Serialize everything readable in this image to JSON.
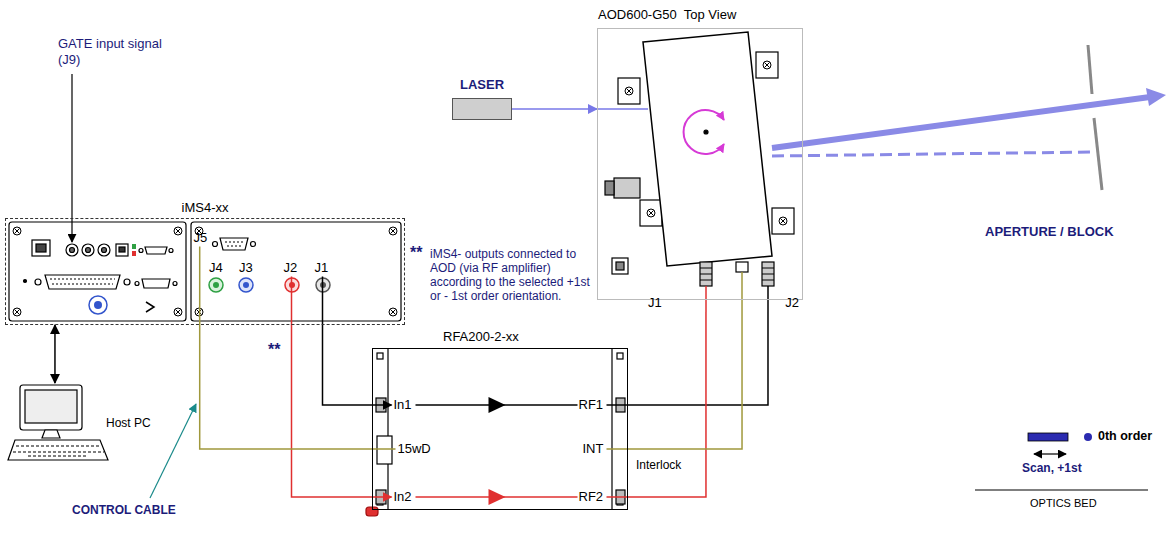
{
  "diagram": {
    "nodes": [
      {
        "text": [
          "iMS4-xx"
        ]
      },
      {
        "text": [
          "J1"
        ],
        "in": 0
      },
      {
        "text": [
          "J2"
        ],
        "in": 0
      },
      {
        "text": [
          "J5"
        ],
        "in": 0
      },
      {
        "text": [
          "RFA200-2-xx"
        ]
      },
      {
        "text": [
          "In1"
        ],
        "in": 4
      },
      {
        "text": [
          "RF1"
        ],
        "in": 4
      },
      {
        "text": [
          "15wD"
        ],
        "in": 4
      },
      {
        "text": [
          "INT"
        ],
        "in": 4
      },
      {
        "text": [
          "In2"
        ],
        "in": 4
      },
      {
        "text": [
          "RF2"
        ],
        "in": 4
      },
      {
        "text": [
          "AOD600-G50  Top View"
        ]
      },
      {
        "text": [
          "J1"
        ],
        "in": 11
      },
      {
        "text": [
          "J2"
        ],
        "in": 11
      },
      {
        "text": [
          "LASER"
        ]
      },
      {
        "text": [
          "Host PC"
        ]
      }
    ],
    "edges": [
      {
        "from": 1,
        "to": 5,
        "arrow": "to"
      },
      {
        "from": 2,
        "to": 9,
        "arrow": "to"
      },
      {
        "from": 5,
        "to": 6,
        "arrow": "none"
      },
      {
        "from": 9,
        "to": 10,
        "arrow": "none"
      },
      {
        "from": 6,
        "to": 13,
        "arrow": "none"
      },
      {
        "from": 10,
        "to": 12,
        "arrow": "none"
      },
      {
        "from": 3,
        "to": 7,
        "arrow": "none"
      },
      {
        "from": 8,
        "to": 11,
        "arrow": "none"
      },
      {
        "from": 14,
        "to": 11,
        "arrow": "to"
      },
      {
        "from": 15,
        "to": 0,
        "arrow": "both"
      }
    ],
    "labels": [
      "GATE input signal (J9)",
      "J4",
      "J3",
      "**",
      "iMS4- outputs connected to AOD (via RF amplifier) according to the selected +1st or - 1st order orientation.",
      "**",
      "CONTROL CABLE",
      "Interlock",
      "APERTURE / BLOCK",
      "0th order",
      "Scan, +1st",
      "OPTICS BED"
    ]
  }
}
